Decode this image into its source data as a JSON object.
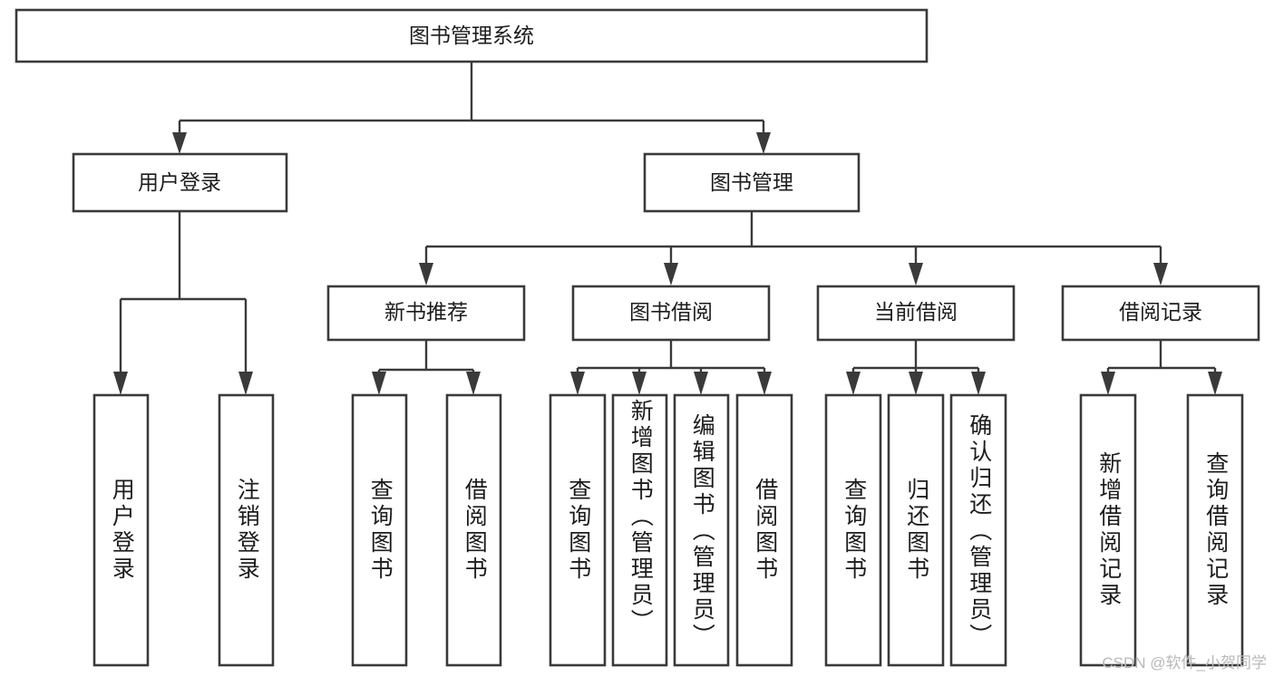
{
  "diagram": {
    "type": "tree",
    "title_node": {
      "label": "图书管理系统"
    },
    "level2": [
      {
        "label": "用户登录"
      },
      {
        "label": "图书管理"
      }
    ],
    "level3": [
      {
        "label": "新书推荐"
      },
      {
        "label": "图书借阅"
      },
      {
        "label": "当前借阅"
      },
      {
        "label": "借阅记录"
      }
    ],
    "leaves": {
      "user_login": [
        {
          "label": "用户登录"
        },
        {
          "label": "注销登录"
        }
      ],
      "new_book_recommend": [
        {
          "label": "查询图书"
        },
        {
          "label": "借阅图书"
        }
      ],
      "book_borrow": [
        {
          "label": "查询图书"
        },
        {
          "label": "新增图书（管理员）"
        },
        {
          "label": "编辑图书（管理员）"
        },
        {
          "label": "借阅图书"
        }
      ],
      "current_borrow": [
        {
          "label": "查询图书"
        },
        {
          "label": "归还图书"
        },
        {
          "label": "确认归还（管理员）"
        }
      ],
      "borrow_record": [
        {
          "label": "新增借阅记录"
        },
        {
          "label": "查询借阅记录"
        }
      ]
    }
  },
  "watermark": {
    "text": "CSDN @软件_小贺同学"
  },
  "colors": {
    "stroke": "#3a3a3a",
    "text": "#1c1c1c",
    "background": "#ffffff",
    "watermark": "#b9b9b9"
  }
}
